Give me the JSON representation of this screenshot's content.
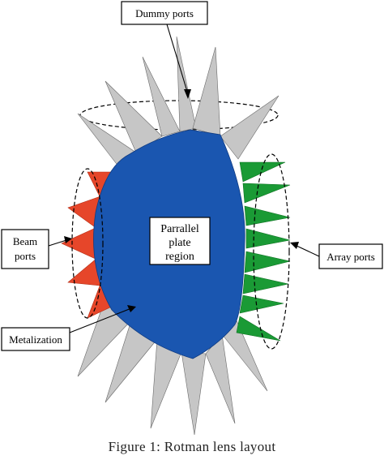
{
  "labels": {
    "dummy_ports": "Dummy ports",
    "beam_ports_line1": "Beam",
    "beam_ports_line2": "ports",
    "array_ports": "Array ports",
    "metalization": "Metalization",
    "region_line1": "Parrallel",
    "region_line2": "plate",
    "region_line3": "region"
  },
  "caption": "Figure 1: Rotman lens layout",
  "colors": {
    "parallel_plate": "#1a56b0",
    "dummy_port": "#c6c6c6",
    "array_port": "#1a9a35",
    "beam_port": "#e6462a"
  }
}
